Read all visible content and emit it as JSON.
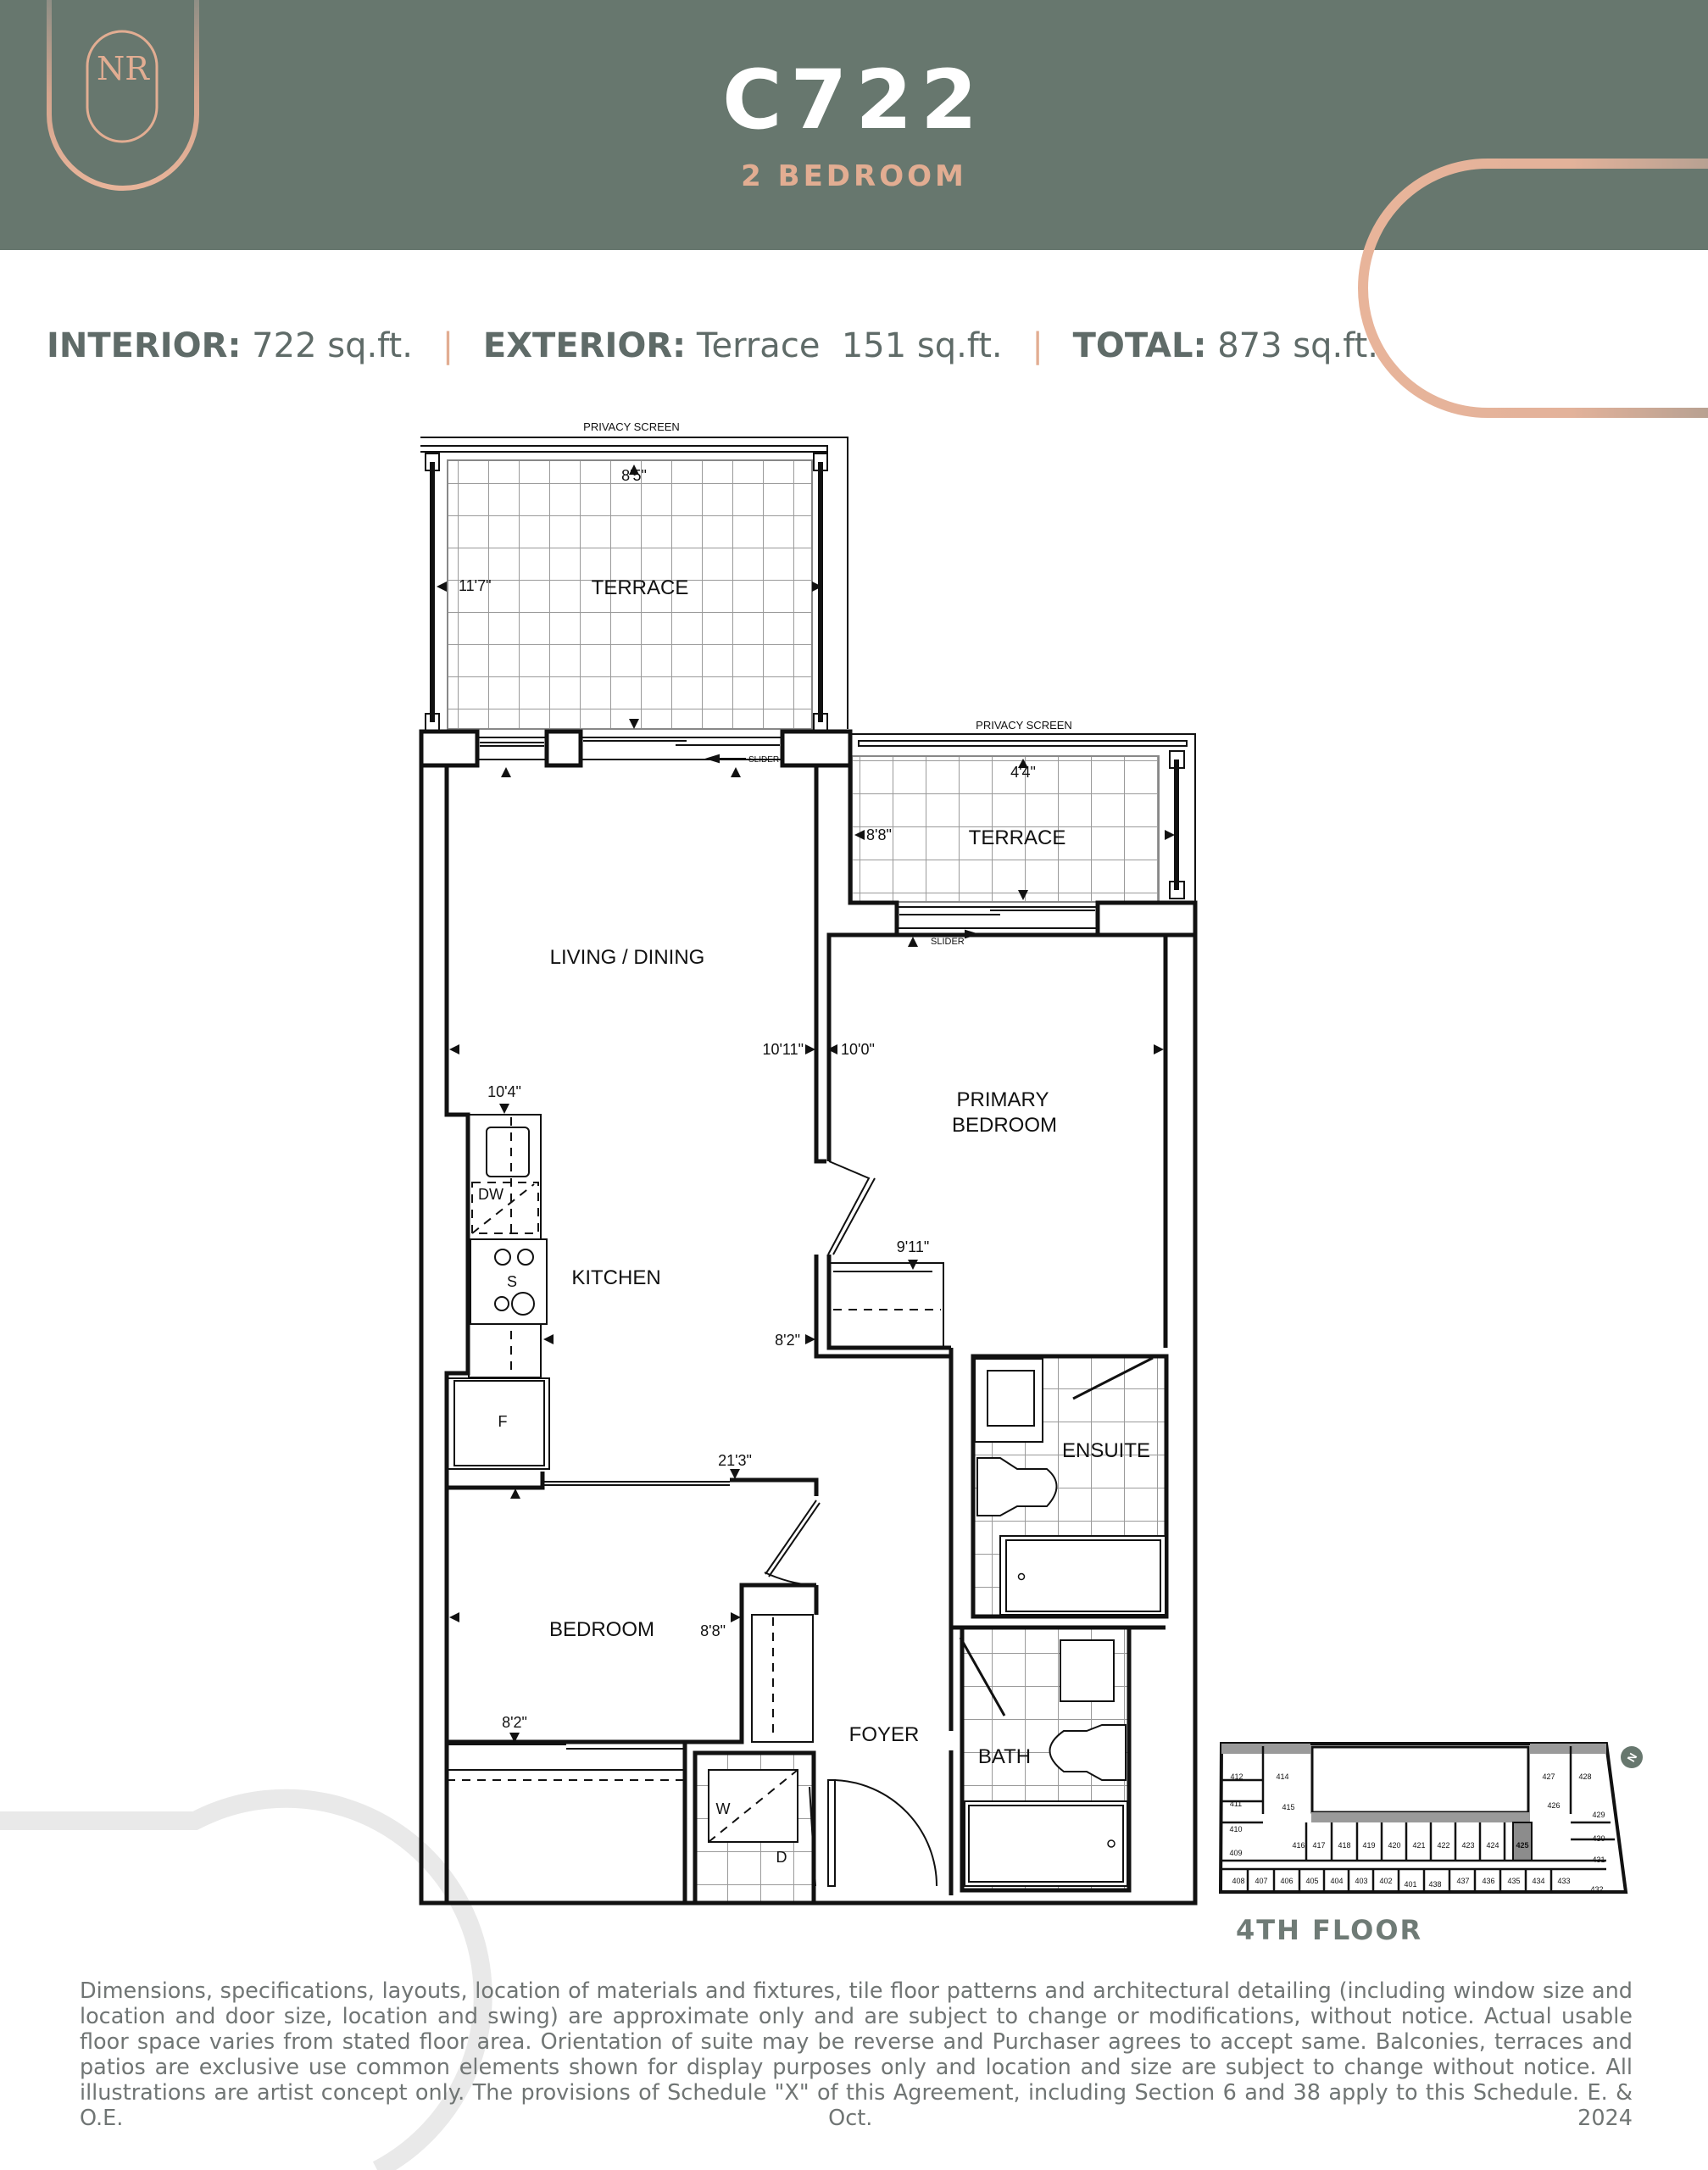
{
  "header": {
    "logo_monogram": "NR",
    "unit_name": "C722",
    "unit_type": "2 BEDROOM"
  },
  "areas": {
    "interior_label": "INTERIOR:",
    "interior_value": "722 sq.ft.",
    "separator": "|",
    "exterior_label": "EXTERIOR:",
    "exterior_value": "Terrace  151 sq.ft.",
    "total_label": "TOTAL:",
    "total_value": "873 sq.ft."
  },
  "floorplan": {
    "terrace_main": {
      "label": "TERRACE",
      "screen": "PRIVACY SCREEN",
      "dim_width": "8'5\"",
      "dim_depth": "11'7\""
    },
    "terrace_secondary": {
      "label": "TERRACE",
      "screen": "PRIVACY SCREEN",
      "dim_width": "4'4\"",
      "dim_depth": "8'8\""
    },
    "slider_label": "SLIDER",
    "rooms": {
      "living_dining": {
        "label": "LIVING / DINING",
        "dim_a": "10'11\"",
        "dim_b": "21'3\""
      },
      "kitchen": {
        "label": "KITCHEN",
        "dim_a": "10'4\"",
        "dim_b": "8'2\""
      },
      "primary_bedroom": {
        "label_line1": "PRIMARY",
        "label_line2": "BEDROOM",
        "dim_a": "10'0\"",
        "dim_b": "9'11\""
      },
      "ensuite": {
        "label": "ENSUITE"
      },
      "bedroom": {
        "label": "BEDROOM",
        "dim_a": "8'8\"",
        "dim_b": "8'2\""
      },
      "foyer": {
        "label": "FOYER"
      },
      "bath": {
        "label": "BATH"
      }
    },
    "appliances": {
      "dishwasher": "DW",
      "stove": "S",
      "fridge": "F",
      "washer": "W",
      "dryer": "D"
    }
  },
  "keyplan": {
    "floor_label": "4TH FLOOR",
    "compass": "N",
    "highlighted_unit": "425",
    "units_top": [
      "412",
      "414",
      "427",
      "428"
    ],
    "units_left": [
      "411",
      "410",
      "409",
      "415"
    ],
    "units_middle": [
      "416",
      "417",
      "418",
      "419",
      "420",
      "421",
      "422",
      "423",
      "424",
      "425"
    ],
    "units_right": [
      "426",
      "429",
      "430",
      "431",
      "432"
    ],
    "units_bottom": [
      "408",
      "407",
      "406",
      "405",
      "404",
      "403",
      "402",
      "401",
      "438",
      "437",
      "436",
      "435",
      "434",
      "433"
    ]
  },
  "colors": {
    "header_bg": "#67776e",
    "accent_copper": "#e2ad92",
    "text_gray": "#5f6b68",
    "keyplan_highlight": "#8c8c8c"
  },
  "disclaimer": "Dimensions, specifications, layouts, location of materials and fixtures, tile floor patterns and architectural detailing (including window size and location and door size, location and swing) are approximate only and are subject to change or modifications, without notice. Actual usable floor space varies from stated floor area. Orientation of suite may be reverse and Purchaser agrees to accept same. Balconies, terraces and patios are exclusive use common elements shown for display purposes only and location and size are subject to change without notice. All illustrations are artist concept only. The provisions of Schedule \"X\" of this Agreement, including Section 6 and 38 apply to this Schedule. E. & O.E. Oct. 2024"
}
